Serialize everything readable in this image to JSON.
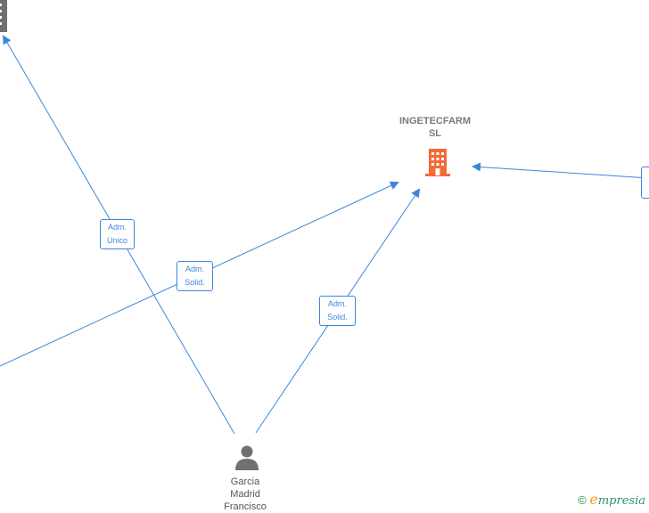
{
  "nodes": {
    "company_main": {
      "name_line1": "INGETECFARM",
      "name_line2": "SL",
      "color": "#f26b3a"
    },
    "person": {
      "line1": "Garcia",
      "line2": "Madrid",
      "line3": "Francisco",
      "color": "#707070"
    }
  },
  "edges": [
    {
      "line1": "Adm.",
      "line2": "Unico"
    },
    {
      "line1": "Adm.",
      "line2": "Solid."
    },
    {
      "line1": "Adm.",
      "line2": "Solid."
    }
  ],
  "colors": {
    "edge": "#3d86d8",
    "company_icon": "#f26b3a",
    "person_icon": "#707070",
    "offscreen_company_icon": "#707070"
  },
  "brand": {
    "copyright": "©",
    "initial": "e",
    "rest": "mpresia"
  }
}
